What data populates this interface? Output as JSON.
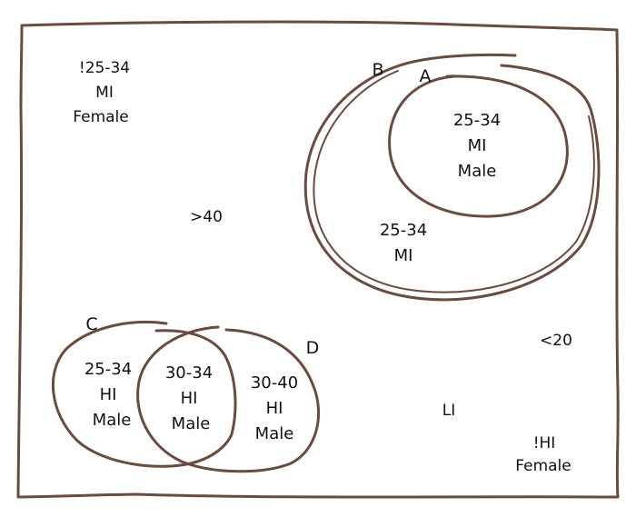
{
  "colors": {
    "ink": "#6b4b3e",
    "text": "#111111",
    "background": "#ffffff"
  },
  "sets": [
    {
      "key": "A",
      "label": "A"
    },
    {
      "key": "B",
      "label": "B"
    },
    {
      "key": "C",
      "label": "C"
    },
    {
      "key": "D",
      "label": "D"
    }
  ],
  "regions": {
    "a_inner": [
      "25-34",
      "MI",
      "Male"
    ],
    "b_only": [
      "25-34",
      "MI"
    ],
    "c_only": [
      "25-34",
      "HI",
      "Male"
    ],
    "cd_overlap": [
      "30-34",
      "HI",
      "Male"
    ],
    "d_only": [
      "30-40",
      "HI",
      "Male"
    ],
    "top_left": [
      "!25-34",
      "MI",
      "Female"
    ],
    "middle_left": [
      ">40"
    ],
    "right_middle": [
      "<20"
    ],
    "bottom_middle": [
      "LI"
    ],
    "bottom_right": [
      "!HI",
      "Female"
    ]
  }
}
